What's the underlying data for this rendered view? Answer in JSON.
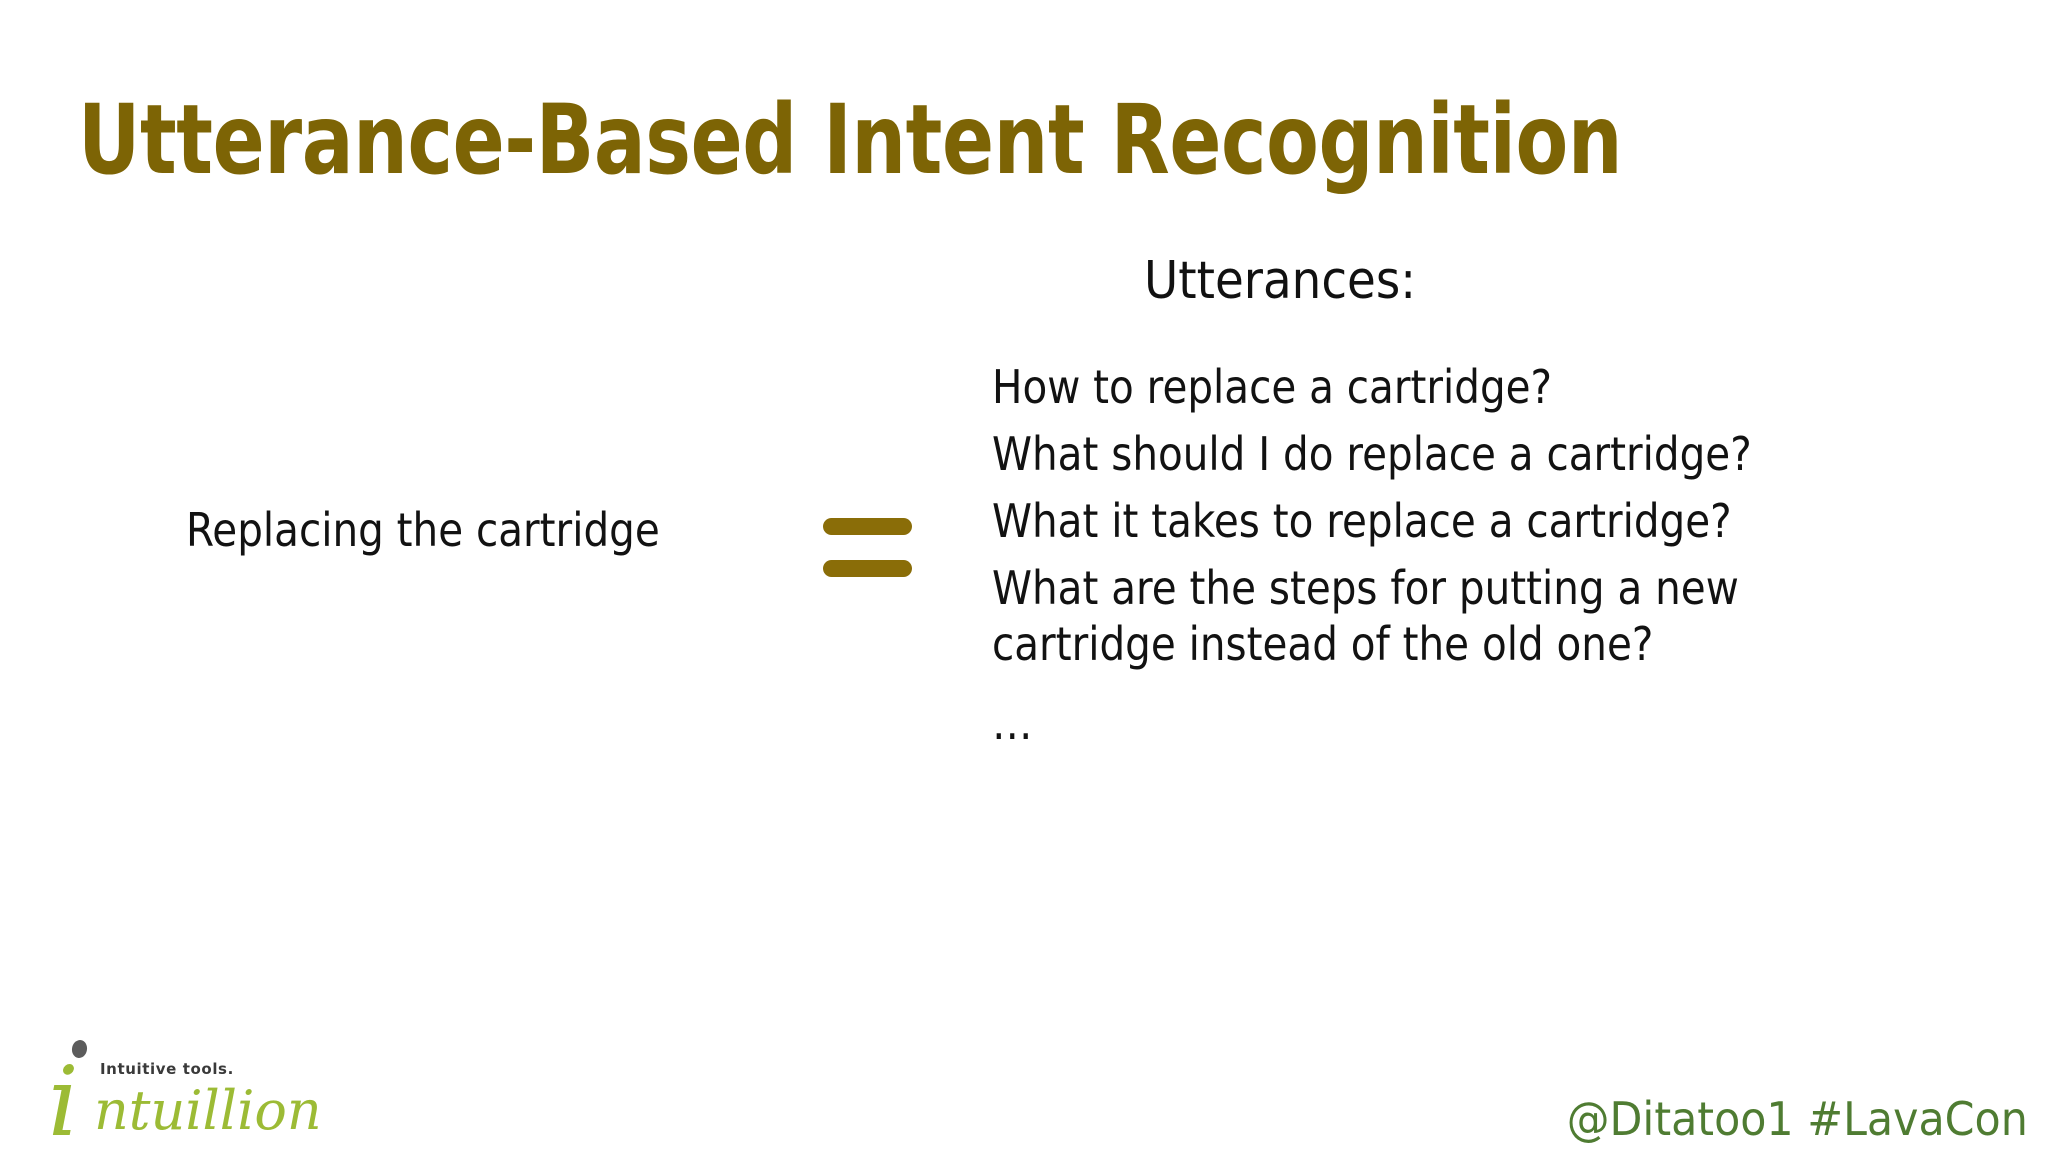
{
  "slide": {
    "title": "Utterance-Based Intent Recognition",
    "background_color": "#FFFFFF",
    "title_color": "#7D6405",
    "body_text_color": "#121212",
    "accent_color": "#8A6D08"
  },
  "intent": {
    "label": "Replacing the cartridge"
  },
  "equals": {
    "symbol": "=",
    "color": "#8A6D08"
  },
  "utterances": {
    "heading": "Utterances:",
    "items": [
      "How to replace a cartridge?",
      "What should I do replace a cartridge?",
      "What it takes to replace a cartridge?",
      "What are the steps for putting a new\ncartridge instead of the old one?",
      "…"
    ]
  },
  "logo": {
    "mark_letter": "i",
    "tagline": "Intuitive tools.",
    "wordmark": "ntuillion",
    "green": "#9CBB35",
    "dot_color": "#5C5C5C",
    "tagline_color": "#3A3A3A"
  },
  "footer": {
    "handle": "@Ditatoo1 #LavaCon",
    "handle_color": "#4F7C32"
  }
}
